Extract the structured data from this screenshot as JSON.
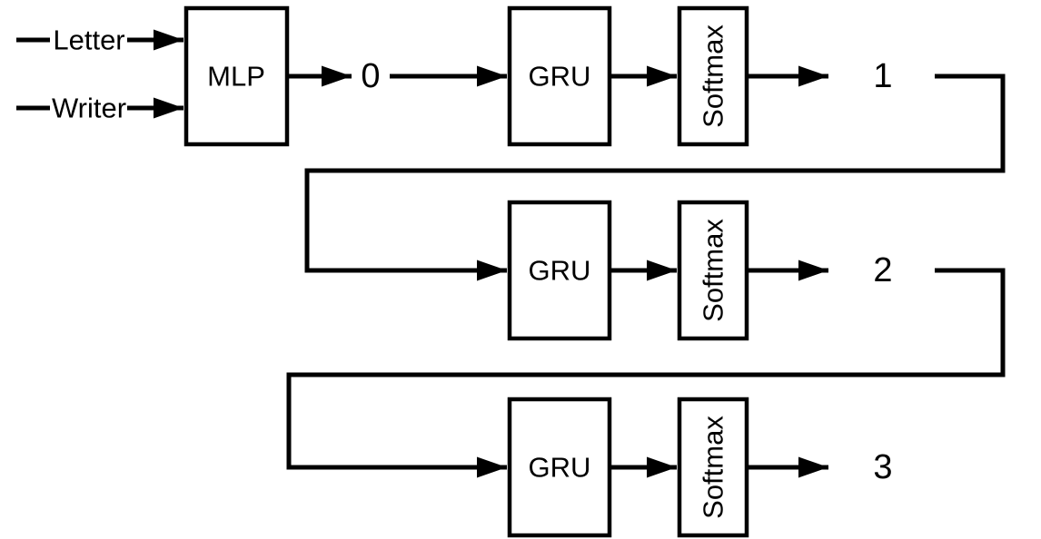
{
  "diagram": {
    "colors": {
      "ink": "#000000",
      "background": "#ffffff"
    },
    "inputs": [
      {
        "label": "Letter"
      },
      {
        "label": "Writer"
      }
    ],
    "encoder": {
      "label": "MLP"
    },
    "rows": [
      {
        "input_token": "0",
        "cell": "GRU",
        "output_layer": "Softmax",
        "output_token": "1"
      },
      {
        "cell": "GRU",
        "output_layer": "Softmax",
        "output_token": "2"
      },
      {
        "cell": "GRU",
        "output_layer": "Softmax",
        "output_token": "3"
      }
    ]
  }
}
